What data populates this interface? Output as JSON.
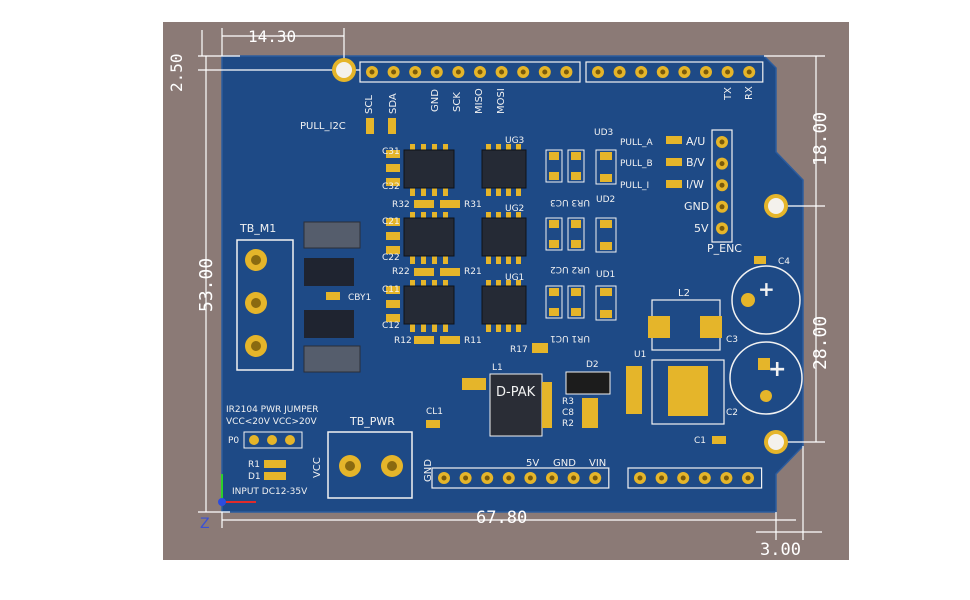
{
  "dimensions": {
    "top_offset": "14.30",
    "left_offset": "2.50",
    "height": "53.00",
    "right_top": "18.00",
    "right_mid": "28.00",
    "width": "67.80",
    "bottom_right": "3.00"
  },
  "header_pins": {
    "top_labels": [
      "SCL",
      "SDA",
      "GND",
      "SCK",
      "MISO",
      "MOSI"
    ],
    "top_right_labels": [
      "TX",
      "RX"
    ],
    "bottom_labels": [
      "GND",
      "5V",
      "GND",
      "VIN"
    ]
  },
  "components": {
    "pull_i2c": "PULL_I2C",
    "tb_m1": "TB_M1",
    "cby1": "CBY1",
    "tb_pwr": "TB_PWR",
    "vcc": "VCC",
    "ir2104_line": "IR2104 PWR JUMPER",
    "vcc_line": "VCC<20V  VCC>20V",
    "p0": "P0",
    "r1": "R1",
    "d1": "D1",
    "input": "INPUT DC12-35V",
    "c31": "C31",
    "c32": "C32",
    "c21": "C21",
    "c22": "C22",
    "c11": "C11",
    "c12": "C12",
    "r32": "R32",
    "r31": "R31",
    "r22": "R22",
    "r21": "R21",
    "r12": "R12",
    "r11": "R11",
    "ug3": "UG3",
    "ug2": "UG2",
    "ug1": "UG1",
    "ur3uc3": "UR3 UC3",
    "ur2uc2": "UR2 UC2",
    "ur1uc1": "UR1 UC1",
    "ud3": "UD3",
    "ud2": "UD2",
    "ud1": "UD1",
    "pull_a": "PULL_A",
    "pull_b": "PULL_B",
    "pull_i": "PULL_I",
    "au": "A/U",
    "bv": "B/V",
    "iw": "I/W",
    "gnd": "GND",
    "v5": "5V",
    "p_enc": "P_ENC",
    "c4": "C4",
    "l2": "L2",
    "c3": "C3",
    "u1": "U1",
    "c2": "C2",
    "c1": "C1",
    "r17": "R17",
    "l1": "L1",
    "d2": "D2",
    "dpak": "D-PAK",
    "r3": "R3",
    "c8": "C8",
    "r2": "R2",
    "cl1": "CL1"
  },
  "axis": {
    "z": "Z"
  },
  "colors": {
    "board": "#1e4a86",
    "silk": "#f2f2f2",
    "gold": "#e5b52a",
    "frame": "#8b7a76"
  }
}
